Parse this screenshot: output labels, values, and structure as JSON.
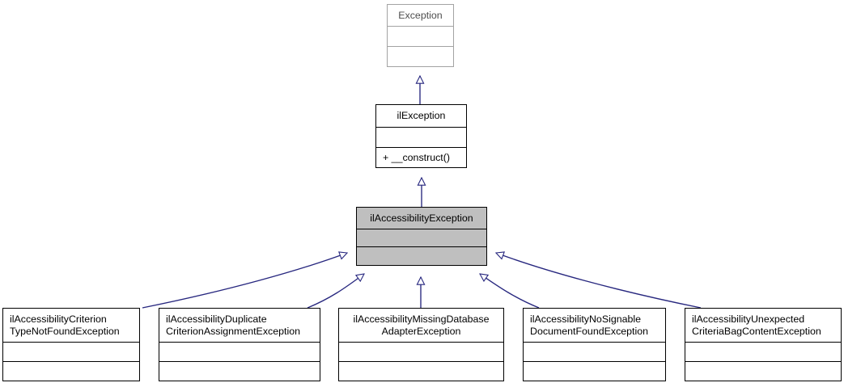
{
  "diagram": {
    "kind": "uml-class-inheritance",
    "title": "ilAccessibilityException inheritance diagram",
    "colors": {
      "edge": "#27277f",
      "arrowhead_fill": "#ffffff",
      "highlight_fill": "#bfbfbf",
      "border": "#000000",
      "external_border": "#a3a3a3",
      "external_text": "#4d4d4d",
      "background": "#ffffff"
    },
    "nodes": [
      {
        "id": "exception",
        "name": "Exception",
        "style": "external",
        "attributes": "",
        "operations": ""
      },
      {
        "id": "ilexception",
        "name": "ilException",
        "style": "plain",
        "attributes": "",
        "operations": "+ __construct()"
      },
      {
        "id": "ilaccessibilityexception",
        "name": "ilAccessibilityException",
        "style": "current",
        "attributes": "",
        "operations": ""
      },
      {
        "id": "criteriontypenotfound",
        "name": "ilAccessibilityCriterion\nTypeNotFoundException",
        "style": "plain",
        "attributes": "",
        "operations": ""
      },
      {
        "id": "duplicatecriterionassignment",
        "name": "ilAccessibilityDuplicate\nCriterionAssignmentException",
        "style": "plain",
        "attributes": "",
        "operations": ""
      },
      {
        "id": "missingdatabaseadapter",
        "name": "ilAccessibilityMissingDatabase\nAdapterException",
        "style": "plain",
        "attributes": "",
        "operations": ""
      },
      {
        "id": "nosignabledocumentfound",
        "name": "ilAccessibilityNoSignable\nDocumentFoundException",
        "style": "plain",
        "attributes": "",
        "operations": ""
      },
      {
        "id": "unexpectedcriteriabagcontent",
        "name": "ilAccessibilityUnexpected\nCriteriaBagContentException",
        "style": "plain",
        "attributes": "",
        "operations": ""
      }
    ],
    "edges": [
      {
        "from": "ilexception",
        "to": "exception",
        "type": "generalization"
      },
      {
        "from": "ilaccessibilityexception",
        "to": "ilexception",
        "type": "generalization"
      },
      {
        "from": "criteriontypenotfound",
        "to": "ilaccessibilityexception",
        "type": "generalization"
      },
      {
        "from": "duplicatecriterionassignment",
        "to": "ilaccessibilityexception",
        "type": "generalization"
      },
      {
        "from": "missingdatabaseadapter",
        "to": "ilaccessibilityexception",
        "type": "generalization"
      },
      {
        "from": "nosignabledocumentfound",
        "to": "ilaccessibilityexception",
        "type": "generalization"
      },
      {
        "from": "unexpectedcriteriabagcontent",
        "to": "ilaccessibilityexception",
        "type": "generalization"
      }
    ]
  }
}
